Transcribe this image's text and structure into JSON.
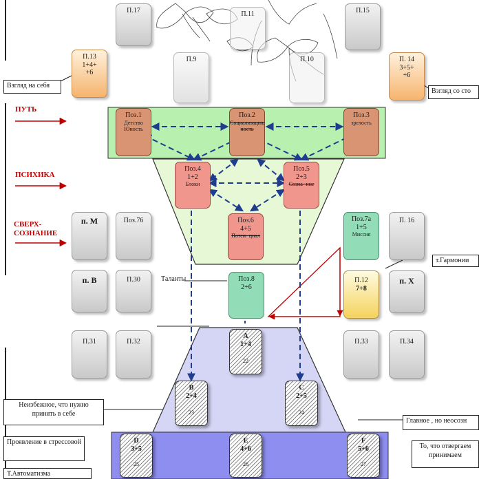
{
  "top_boxes": {
    "p17": "П.17",
    "p11": "П.11",
    "p15": "П.15",
    "p9": "П.9",
    "p10": "П.10",
    "p13": {
      "title": "П.13",
      "line1": "1+4+",
      "line2": "+6"
    },
    "p14": {
      "title": "П. 14",
      "line1": "3+5+",
      "line2": "+6"
    }
  },
  "notes": {
    "self_view": "Взгляд  на себя",
    "view_from_side": "Взгляд со сто",
    "talents": "Таланты",
    "harmony": "т.Гармонии",
    "inevitable": "Неизбежное, что нужно принять в себе",
    "main": "Главное , но неосозн",
    "stress": "Проявление в стрессовой",
    "rejected": "То, что отвергаем принимаем",
    "automatism": "Т.Автоматизма"
  },
  "side_labels": {
    "path": "ПУТЬ",
    "psyche": "ПСИХИКА",
    "super": "СВЕРХ-\nСОЗНАНИЕ"
  },
  "positions": {
    "pos1": {
      "title": "Поз.1",
      "sub": "Детство Юность"
    },
    "pos2": {
      "title": "Поз.2",
      "sub": "Социализация, ность"
    },
    "pos3": {
      "title": "Поз.3",
      "sub": "зрелость"
    },
    "pos4": {
      "title": "Поз.4",
      "line1": "1+2",
      "sub": "Блоки"
    },
    "pos5": {
      "title": "Поз.5",
      "line1": "2+3",
      "sub": "Созна- ние"
    },
    "pos6": {
      "title": "Поз.6",
      "line1": "4+5",
      "sub": "Потен- циал"
    },
    "pos7a": {
      "title": "Поз.7а",
      "line1": "1+5",
      "sub": "Миссия"
    },
    "pos8": {
      "title": "Поз.8",
      "line1": "2+6"
    },
    "pos76": "Поз.76"
  },
  "mid_boxes": {
    "pM": "п. М",
    "pB": "п. В",
    "p30": "П.30",
    "p16": "П. 16",
    "pX": "п. Х",
    "p12": {
      "title": "П.12",
      "line1": "7+8"
    },
    "p31": "П.31",
    "p32": "П.32",
    "p33": "П.33",
    "p34": "П.34"
  },
  "hatched": {
    "A": {
      "letter": "А",
      "sum": "1+4",
      "num": "22"
    },
    "B": {
      "letter": "В",
      "sum": "2+4",
      "num": "23"
    },
    "C": {
      "letter": "С",
      "sum": "2+5",
      "num": "24"
    },
    "D": {
      "letter": "D",
      "sum": "3+5",
      "num": "25"
    },
    "E": {
      "letter": "Е",
      "sum": "4+6",
      "num": "26"
    },
    "F": {
      "letter": "F",
      "sum": "5+6",
      "num": "27"
    }
  },
  "colors": {
    "arrow_red": "#c00000",
    "dashed_blue": "#1f3c8f",
    "band_green": "#b8f0b0",
    "band_blue": "#8e8ef0"
  }
}
